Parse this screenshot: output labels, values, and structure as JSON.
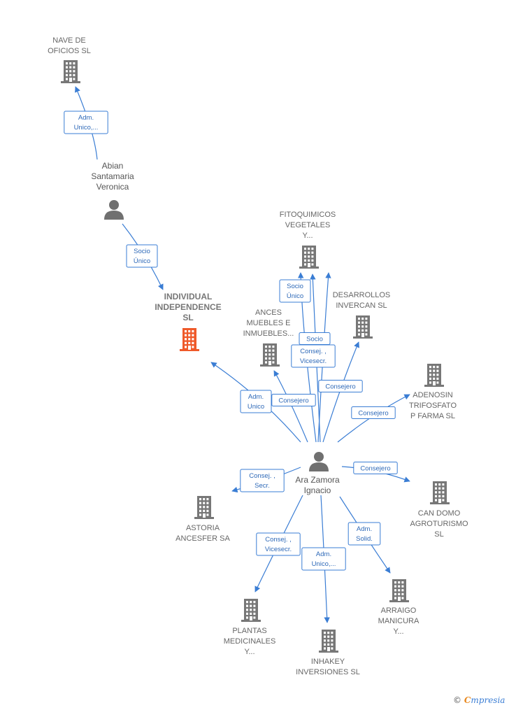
{
  "colors": {
    "edge": "#3a7dd4",
    "company": "#777777",
    "main_company": "#ef5a2a",
    "person": "#707070"
  },
  "nodes": [
    {
      "id": "nave",
      "type": "company",
      "label": [
        "NAVE DE",
        "OFICIOS  SL"
      ]
    },
    {
      "id": "abian",
      "type": "person",
      "label": [
        "Abian",
        "Santamaria",
        "Veronica"
      ]
    },
    {
      "id": "individual",
      "type": "main",
      "label": [
        "INDIVIDUAL",
        "INDEPENDENCE",
        "SL"
      ]
    },
    {
      "id": "fito",
      "type": "company",
      "label": [
        "FITOQUIMICOS",
        "VEGETALES",
        "Y..."
      ]
    },
    {
      "id": "ances",
      "type": "company",
      "label": [
        "ANCES",
        "MUEBLES E",
        "INMUEBLES..."
      ]
    },
    {
      "id": "desarrollos",
      "type": "company",
      "label": [
        "DESARROLLOS",
        "INVERCAN  SL"
      ]
    },
    {
      "id": "adenosin",
      "type": "company",
      "label": [
        "ADENOSIN",
        "TRIFOSFATO",
        "P FARMA SL"
      ]
    },
    {
      "id": "ara",
      "type": "person",
      "label": [
        "Ara Zamora",
        "Ignacio"
      ]
    },
    {
      "id": "candomo",
      "type": "company",
      "label": [
        "CAN DOMO",
        "AGROTURISMO",
        "SL"
      ]
    },
    {
      "id": "astoria",
      "type": "company",
      "label": [
        "ASTORIA",
        "ANCESFER SA"
      ]
    },
    {
      "id": "arraigo",
      "type": "company",
      "label": [
        "ARRAIGO",
        "MANICURA",
        "Y..."
      ]
    },
    {
      "id": "plantas",
      "type": "company",
      "label": [
        "PLANTAS",
        "MEDICINALES",
        "Y..."
      ]
    },
    {
      "id": "inhakey",
      "type": "company",
      "label": [
        "INHAKEY",
        "INVERSIONES SL"
      ]
    }
  ],
  "edges": [
    {
      "from": "abian",
      "to": "nave",
      "label": [
        "Adm.",
        "Unico,..."
      ]
    },
    {
      "from": "abian",
      "to": "individual",
      "label": [
        "Socio",
        "Único"
      ]
    },
    {
      "from": "ara",
      "to": "individual",
      "label": [
        "Adm.",
        "Unico"
      ]
    },
    {
      "from": "ara",
      "to": "ances",
      "label": [
        "Consejero"
      ]
    },
    {
      "from": "ara",
      "to": "fito",
      "label": [
        "Socio",
        "Único"
      ]
    },
    {
      "from": "ara",
      "to": "fito",
      "label": [
        "Socio"
      ]
    },
    {
      "from": "ara",
      "to": "fito",
      "label": [
        "Consej. ,",
        "Vicesecr."
      ]
    },
    {
      "from": "ara",
      "to": "desarrollos",
      "label": [
        "Consejero"
      ]
    },
    {
      "from": "ara",
      "to": "adenosin",
      "label": [
        "Consejero"
      ]
    },
    {
      "from": "ara",
      "to": "candomo",
      "label": [
        "Consejero"
      ]
    },
    {
      "from": "ara",
      "to": "astoria",
      "label": [
        "Consej. ,",
        "Secr."
      ]
    },
    {
      "from": "ara",
      "to": "arraigo",
      "label": [
        "Adm.",
        "Solid."
      ]
    },
    {
      "from": "ara",
      "to": "plantas",
      "label": [
        "Consej. ,",
        "Vicesecr."
      ]
    },
    {
      "from": "ara",
      "to": "inhakey",
      "label": [
        "Adm.",
        "Unico,..."
      ]
    }
  ],
  "watermark": {
    "copyright": "©",
    "brand_initial": "C",
    "brand_rest": "mpresia"
  }
}
